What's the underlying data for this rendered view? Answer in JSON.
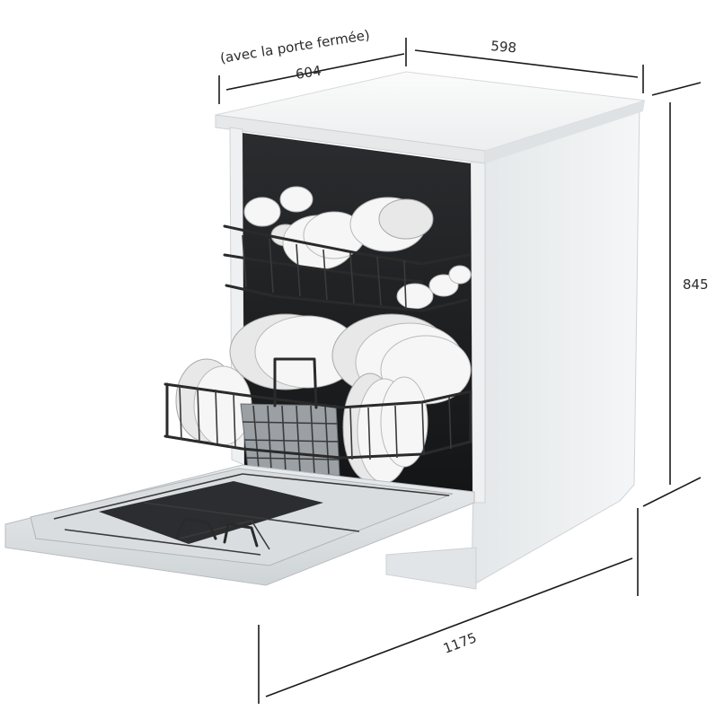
{
  "dimensions": {
    "depth_note": "(avec la porte fermée)",
    "depth": "604",
    "width": "598",
    "height": "845",
    "depth_open": "1175"
  },
  "colors": {
    "appliance_body": "#f1f3f4",
    "appliance_shadow": "#d5d9dc",
    "cavity": "#1e1f21",
    "rack_wire": "#2a2a2a",
    "dimension_line": "#1a1a1a",
    "label_text": "#2b2b2b"
  }
}
